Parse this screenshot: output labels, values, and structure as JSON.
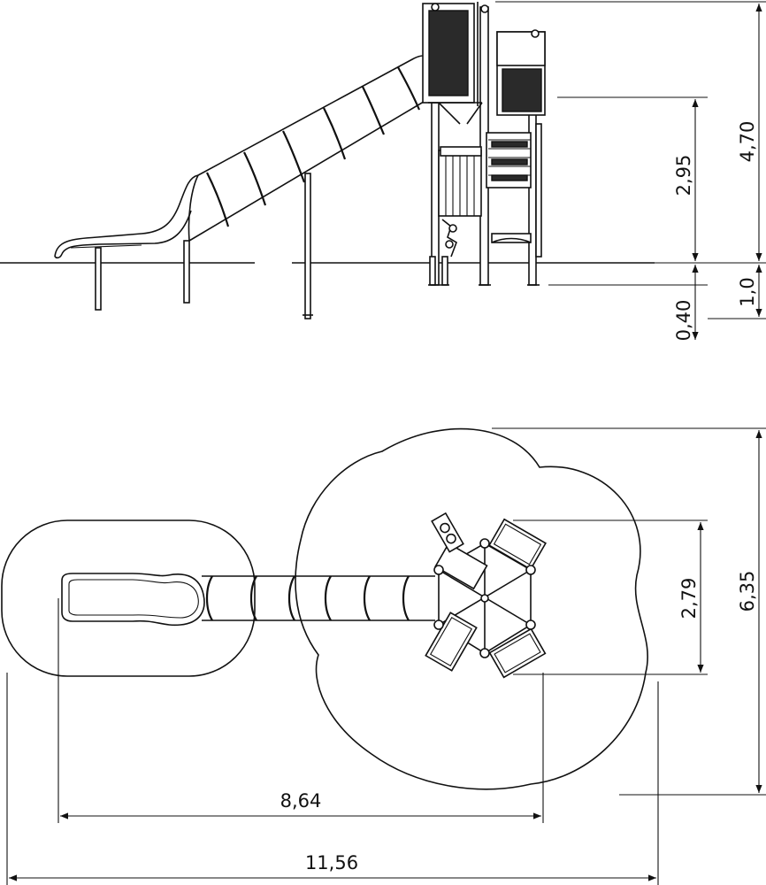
{
  "dimensions": {
    "side_view": {
      "overall_height": "4,70",
      "platform_height": "2,95",
      "safety_depth": "1,0",
      "foundation_depth": "0,40"
    },
    "top_view": {
      "tower_width": "2,79",
      "overall_width": "6,35",
      "slide_length": "8,64",
      "overall_length": "11,56"
    }
  },
  "colors": {
    "line": "#111111",
    "panel": "#2a2a2a",
    "background": "#ffffff"
  }
}
